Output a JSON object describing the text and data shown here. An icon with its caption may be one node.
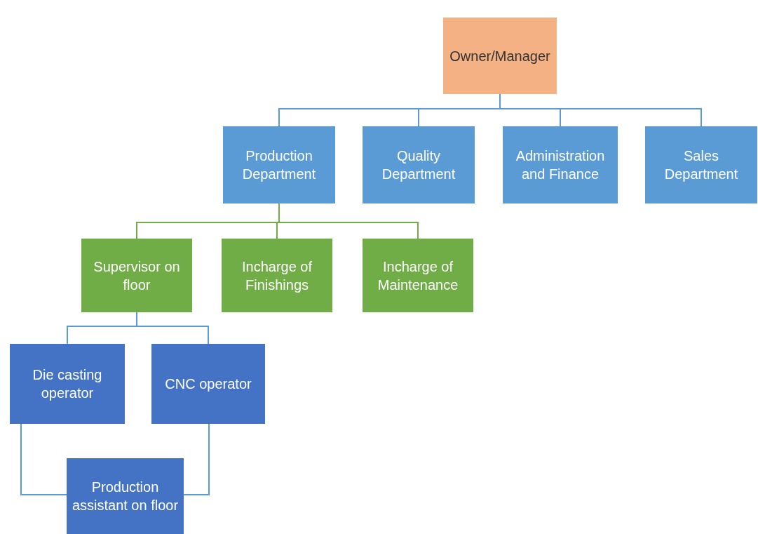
{
  "diagram": {
    "nodes": [
      {
        "text": [
          "Owner/Manager"
        ]
      },
      {
        "text": [
          "Production Department"
        ]
      },
      {
        "text": [
          "Quality Department"
        ]
      },
      {
        "text": [
          "Administration and Finance"
        ]
      },
      {
        "text": [
          "Sales Department"
        ]
      },
      {
        "text": [
          "Supervisor on floor"
        ]
      },
      {
        "text": [
          "Incharge of Finishings"
        ]
      },
      {
        "text": [
          "Incharge of Maintenance"
        ]
      },
      {
        "text": [
          "Die casting operator"
        ]
      },
      {
        "text": [
          "CNC operator"
        ]
      },
      {
        "text": [
          "Production assistant on floor"
        ]
      }
    ],
    "edges": [
      {
        "from": 0,
        "to": 1,
        "arrow": "none"
      },
      {
        "from": 0,
        "to": 2,
        "arrow": "none"
      },
      {
        "from": 0,
        "to": 3,
        "arrow": "none"
      },
      {
        "from": 0,
        "to": 4,
        "arrow": "none"
      },
      {
        "from": 1,
        "to": 5,
        "arrow": "none",
        "color": "#70ad47"
      },
      {
        "from": 1,
        "to": 6,
        "arrow": "none",
        "color": "#70ad47"
      },
      {
        "from": 1,
        "to": 7,
        "arrow": "none",
        "color": "#70ad47"
      },
      {
        "from": 5,
        "to": 8,
        "arrow": "none"
      },
      {
        "from": 5,
        "to": 9,
        "arrow": "none"
      },
      {
        "from": 8,
        "to": 10,
        "arrow": "none"
      },
      {
        "from": 9,
        "to": 10,
        "arrow": "none"
      }
    ]
  }
}
